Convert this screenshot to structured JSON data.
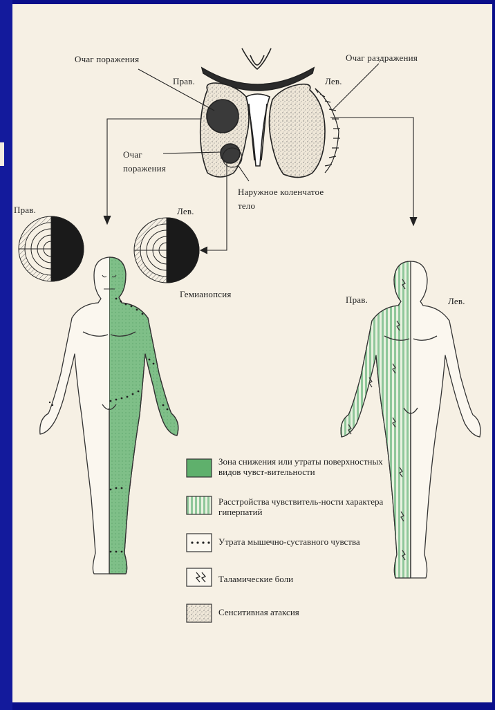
{
  "labels": {
    "lesion_top": "Очаг поражения",
    "irritation": "Очаг  раздражения",
    "right_top": "Прав.",
    "left_top": "Лев.",
    "lesion_small_1": "Очаг",
    "lesion_small_2": "поражения",
    "lgn_1": "Наружное коленчатое",
    "lgn_2": "тело",
    "right_field": "Прав.",
    "left_field": "Лев.",
    "hemianopsia": "Гемианопсия",
    "right_fig": "Прав.",
    "left_fig": "Лев."
  },
  "legend": [
    {
      "kind": "green-fill",
      "text": "Зона снижения или утраты поверхностных видов чувст-вительности"
    },
    {
      "kind": "green-stripes",
      "text": "Расстройства чувствитель-ности характера гиперпатий"
    },
    {
      "kind": "dots",
      "text": "Утрата мышечно-суставного чувства"
    },
    {
      "kind": "arrows",
      "text": "Таламические боли"
    },
    {
      "kind": "stipple",
      "text": "Сенситивная атаксия"
    }
  ],
  "colors": {
    "frame": "#0a0f8a",
    "paper": "#f6f0e4",
    "green": "#7fbf88",
    "green_dark": "#4f9a5e",
    "ink": "#222222"
  }
}
